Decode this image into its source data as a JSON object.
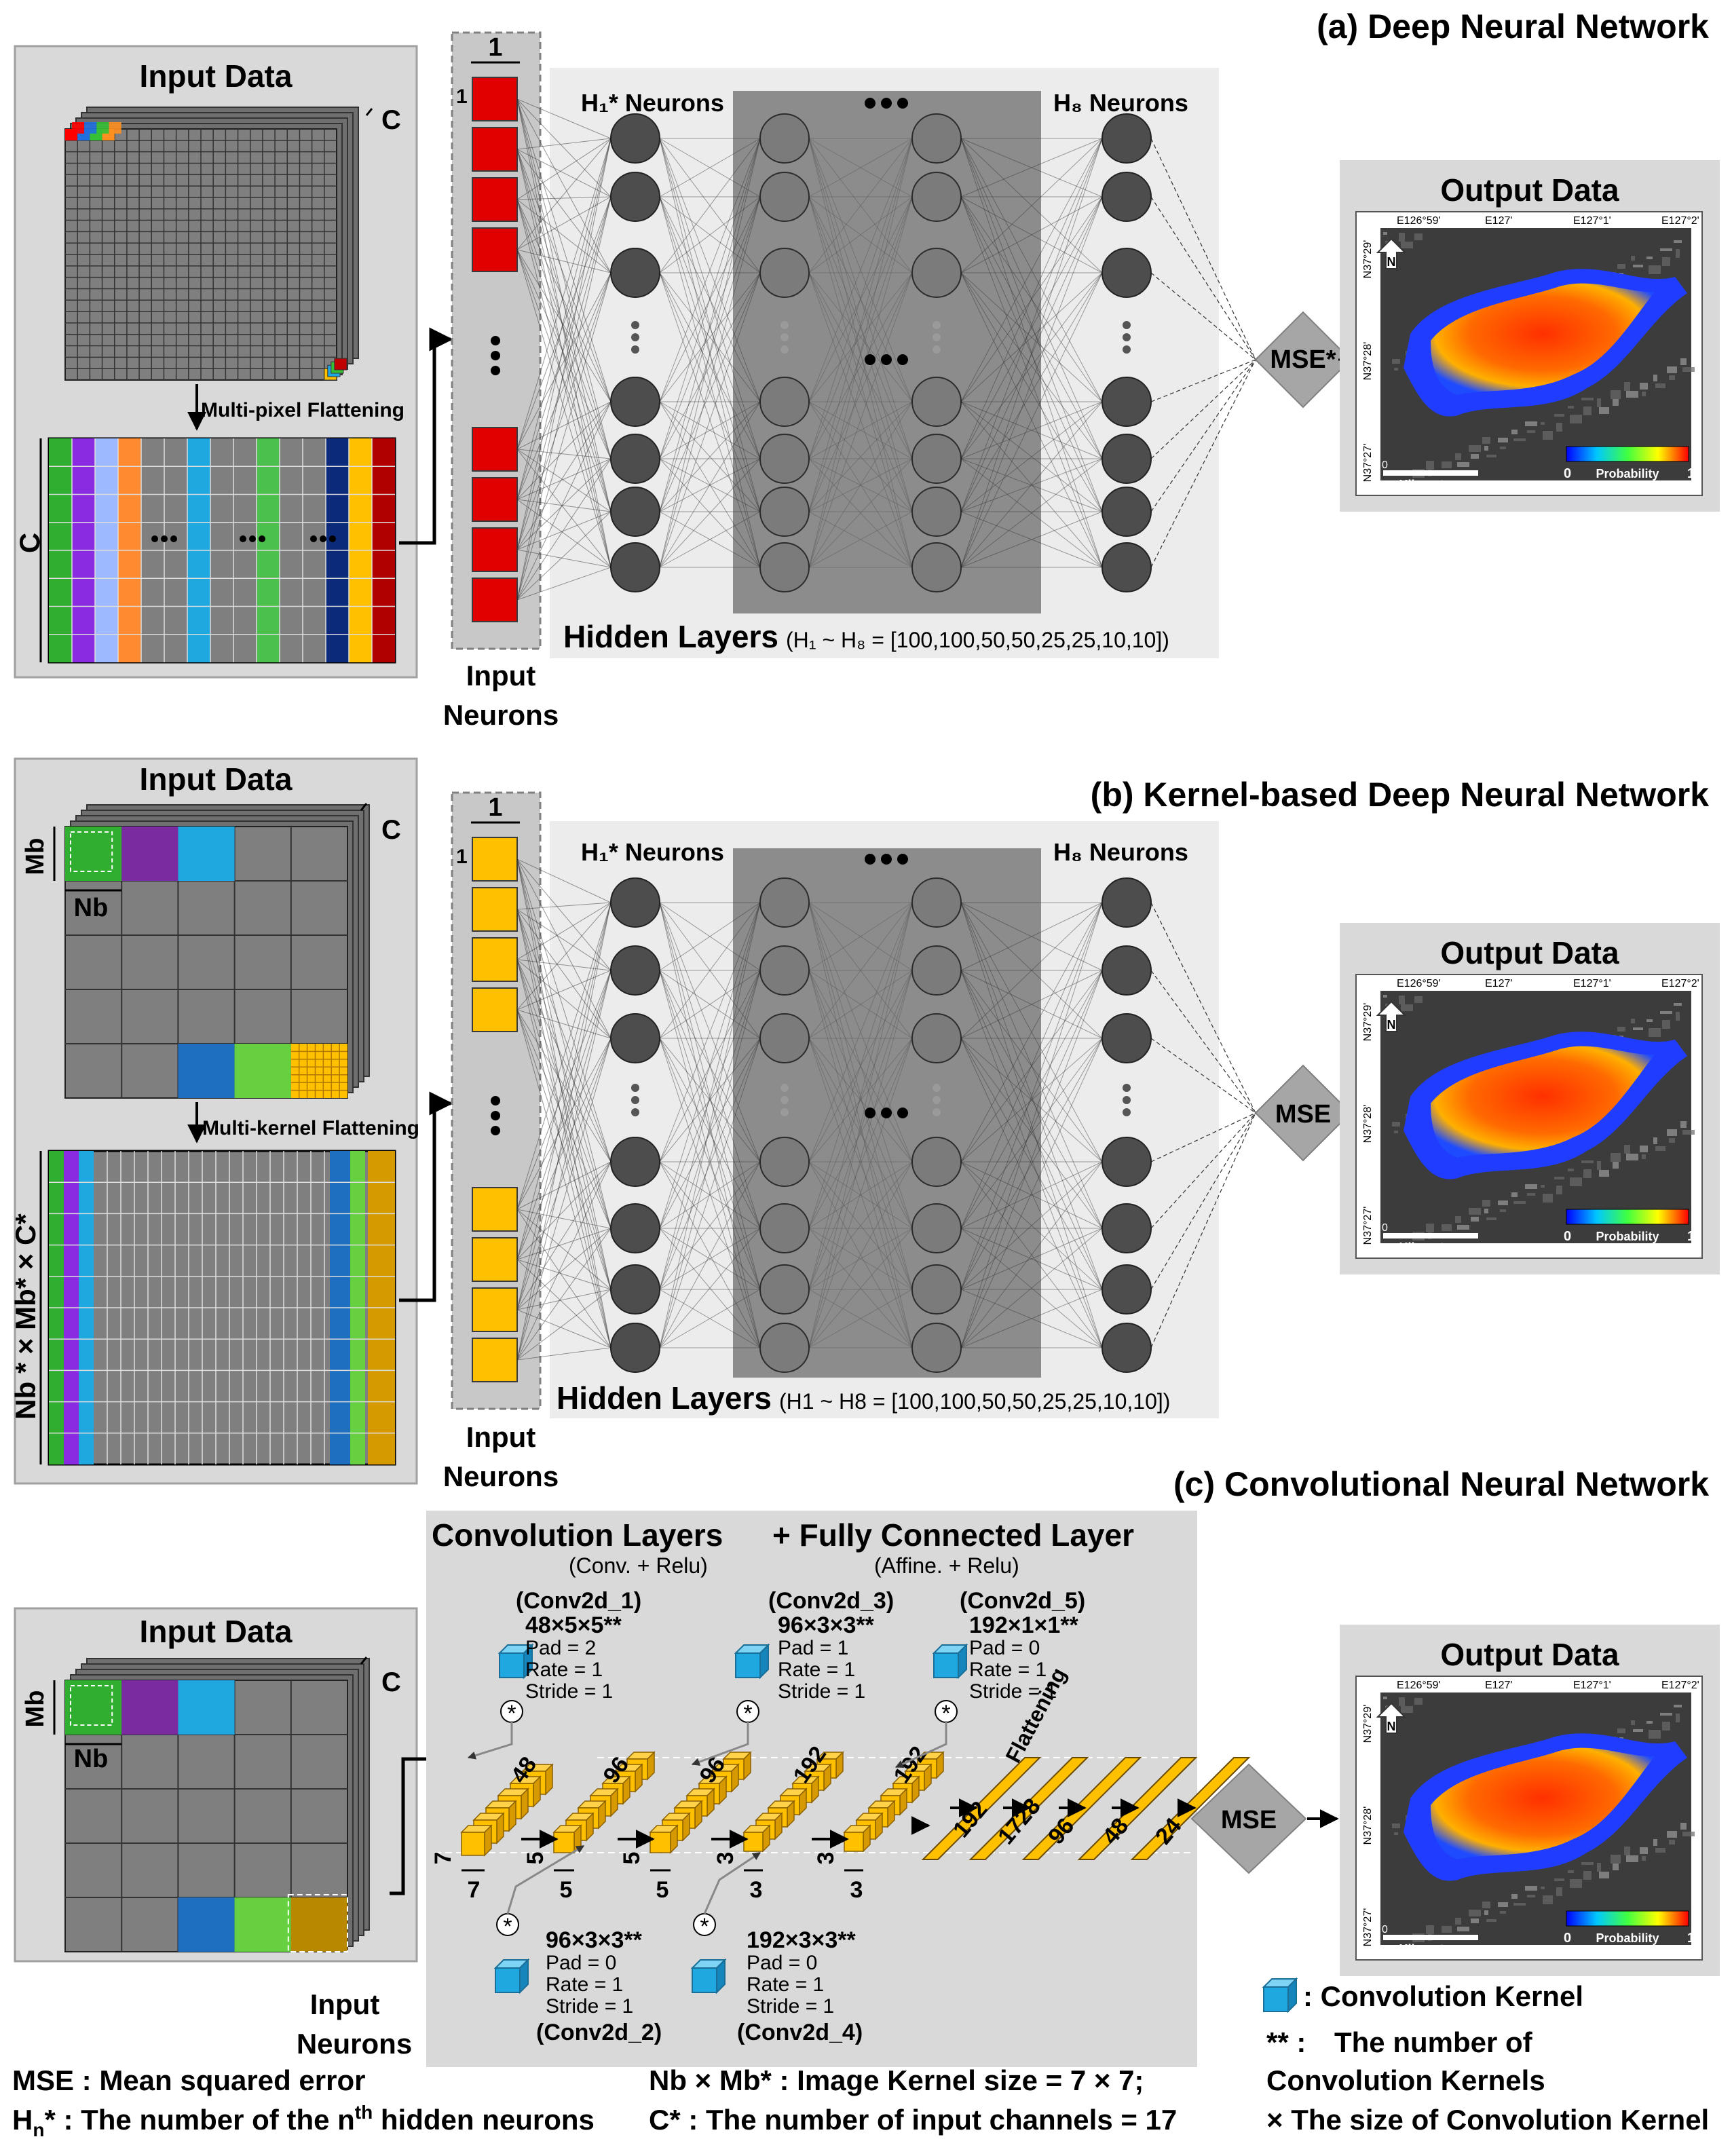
{
  "panel_a": {
    "title": "(a) Deep Neural Network",
    "input_title": "Input Data",
    "channel_label": "C",
    "flatten_label": "Multi-pixel Flattening",
    "flat_side_label": "C",
    "unit_label": "1",
    "input_neurons_label": [
      "Input",
      "Neurons"
    ],
    "h1_label": "H₁* Neurons",
    "h8_label": "H₈ Neurons",
    "hidden_title": "Hidden Layers",
    "hidden_values": "(H₁ ~ H₈ = [100,100,50,50,25,25,10,10])",
    "loss": "MSE*",
    "output_title": "Output Data"
  },
  "panel_b": {
    "title": "(b) Kernel-based Deep Neural Network",
    "input_title": "Input Data",
    "channel_label": "C",
    "mb_label": "Mb",
    "nb_label": "Nb",
    "flatten_label": "Multi-kernel Flattening",
    "flat_side_label": "Nb * × Mb* × C*",
    "unit_label": "1",
    "input_neurons_label": [
      "Input",
      "Neurons"
    ],
    "h1_label": "H₁* Neurons",
    "h8_label": "H₈ Neurons",
    "hidden_title": "Hidden Layers",
    "hidden_values": "(H1 ~ H8 = [100,100,50,50,25,25,10,10])",
    "loss": "MSE",
    "output_title": "Output Data"
  },
  "panel_c": {
    "title": "(c) Convolutional Neural Network",
    "input_title": "Input Data",
    "channel_label": "C",
    "mb_label": "Mb",
    "nb_label": "Nb",
    "input_neurons_label": [
      "Input",
      "Neurons"
    ],
    "conv_title": "Convolution Layers",
    "conv_sub": "(Conv. + Relu)",
    "fc_title": "+ Fully Connected Layer",
    "fc_sub": "(Affine. + Relu)",
    "conv_layers": [
      {
        "name": "(Conv2d_1)",
        "size": "48×5×5**",
        "pad": "Pad  = 2",
        "rate": "Rate = 1",
        "stride": "Stride = 1"
      },
      {
        "name": "(Conv2d_2)",
        "size": "96×3×3**",
        "pad": "Pad  = 0",
        "rate": "Rate = 1",
        "stride": "Stride = 1"
      },
      {
        "name": "(Conv2d_3)",
        "size": "96×3×3**",
        "pad": "Pad  = 1",
        "rate": "Rate = 1",
        "stride": "Stride = 1"
      },
      {
        "name": "(Conv2d_4)",
        "size": "192×3×3**",
        "pad": "Pad  = 0",
        "rate": "Rate = 1",
        "stride": "Stride = 1"
      },
      {
        "name": "(Conv2d_5)",
        "size": "192×1×1**",
        "pad": "Pad  = 0",
        "rate": "Rate = 1",
        "stride": "Stride = 1"
      }
    ],
    "depth_labels": [
      "48",
      "96",
      "96",
      "192",
      "192"
    ],
    "spatial_labels": [
      "7",
      "5",
      "5",
      "3",
      "3"
    ],
    "side_labels": [
      "7",
      "5",
      "5",
      "3",
      "3"
    ],
    "flatten_label": "Flattening",
    "fc_labels": [
      "1728",
      "96",
      "48",
      "24"
    ],
    "loss": "MSE",
    "output_title": "Output Data"
  },
  "map": {
    "lon_labels": [
      "E126°59'",
      "E127'",
      "E127°1'",
      "E127°2'"
    ],
    "lat_labels": [
      "N37°29'",
      "N37°28'",
      "N37°27'"
    ],
    "scale_label": "Kilometers",
    "scale_zero": "0",
    "legend_label": "Probability",
    "legend_min": "0",
    "legend_max": "1",
    "north": "N"
  },
  "legend": {
    "kernel_label": ": Convolution Kernel",
    "stars_prefix": "** :",
    "stars_line1": "The number of",
    "stars_line2": "Convolution Kernels",
    "stars_line3": "× The size of Convolution Kernel"
  },
  "footnotes": {
    "mse": "MSE : Mean squared error",
    "hn_prefix": "H",
    "hn_sub": "n",
    "hn_text": "* : The number of the n",
    "hn_sup": "th",
    "hn_end": " hidden neurons",
    "kernel_size": "Nb × Mb* : Image Kernel size = 7 × 7;",
    "channels": "C* : The number of input channels = 17"
  },
  "colors": {
    "panel_bg": "#d9d9d9",
    "hidden_bg": "#ececec",
    "hidden_inner": "#8c8c8c",
    "grid_cell": "#7f7f7f",
    "neuron": "#4d4d4d",
    "input_red": "#e00000",
    "input_yellow": "#ffc000",
    "kernel_blue": "#1fa7e0",
    "mse_gray": "#a6a6a6"
  }
}
